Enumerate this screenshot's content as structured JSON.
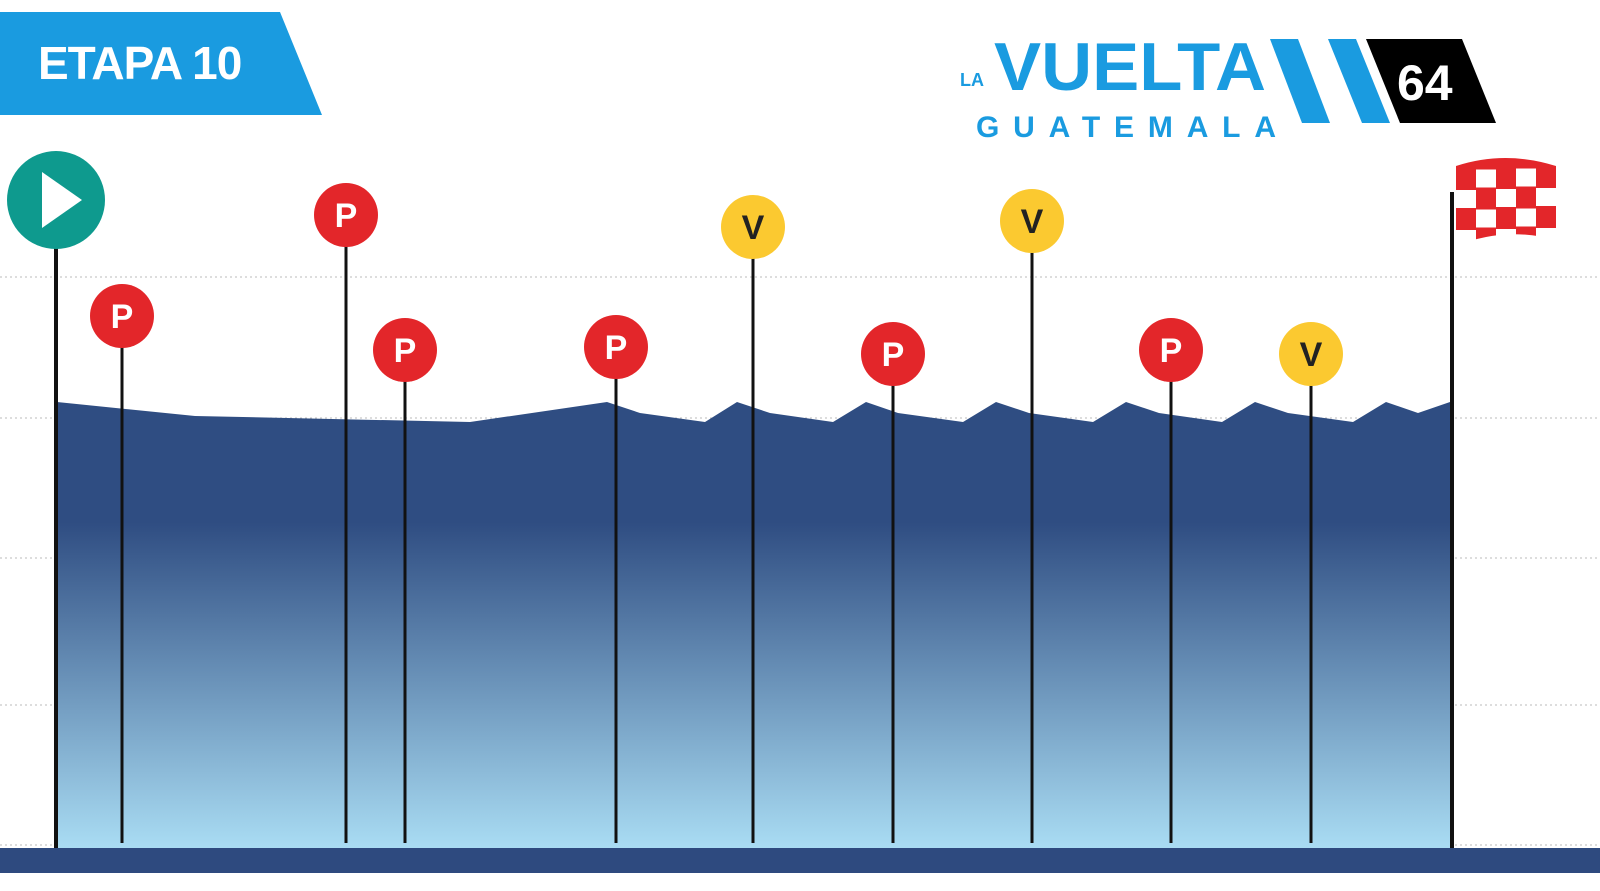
{
  "header": {
    "stage_title": "ETAPA 10"
  },
  "logo": {
    "prefix": "LA",
    "word1": "VUELTA",
    "word2": "GUATEMALA",
    "edition": "64"
  },
  "colors": {
    "brand_blue": "#1a9be0",
    "profile_dark": "#2f4d82",
    "profile_light": "#a9dcf3",
    "start": "#0e9a8e",
    "p_marker": "#e3262a",
    "v_marker": "#fbc930",
    "flag_red": "#e3262a"
  },
  "chart_data": {
    "type": "area",
    "title": "",
    "xlabel": "",
    "ylabel": "",
    "grid": true,
    "start_icon": "play-icon",
    "finish_icon": "checkered-flag-icon",
    "markers": [
      {
        "type": "P",
        "label": "P"
      },
      {
        "type": "P",
        "label": "P"
      },
      {
        "type": "P",
        "label": "P"
      },
      {
        "type": "P",
        "label": "P"
      },
      {
        "type": "V",
        "label": "V"
      },
      {
        "type": "P",
        "label": "P"
      },
      {
        "type": "V",
        "label": "V"
      },
      {
        "type": "P",
        "label": "P"
      },
      {
        "type": "V",
        "label": "V"
      }
    ]
  }
}
